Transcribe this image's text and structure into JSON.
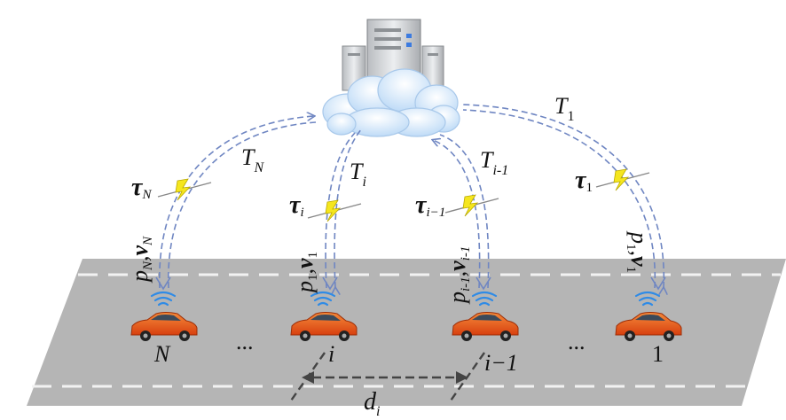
{
  "colors": {
    "road": "#b5b5b5",
    "lane": "#f2f2f2",
    "link": "#6f86c2",
    "car": "#e8541c",
    "cloud": "#cfe4fa",
    "bolt": "#f5e61e",
    "server": "#d6d8db",
    "distance": "#444444"
  },
  "icons": {
    "server": "server-rack-icon",
    "cloud": "cloud-icon",
    "car": "car-icon",
    "wireless": "wifi-signal-icon",
    "delay": "lightning-bolt-icon"
  },
  "vehicles": [
    {
      "label": "N",
      "tau_sym": "τ",
      "tau_sub": "N",
      "T_sym": "T",
      "T_sub": "N",
      "state": "p",
      "state_sub": "N",
      "state_sep": ",",
      "state_v": "v",
      "state_v_sub": "N"
    },
    {
      "label": "i",
      "tau_sym": "τ",
      "tau_sub": "i",
      "T_sym": "T",
      "T_sub": "i",
      "state": "p",
      "state_sub": "1",
      "state_sep": ",",
      "state_v": "v",
      "state_v_sub": "1"
    },
    {
      "label": "i−1",
      "tau_sym": "τ",
      "tau_sub": "i−1",
      "T_sym": "T",
      "T_sub": "i-1",
      "state": "p",
      "state_sub": "i-1",
      "state_sep": ",",
      "state_v": "v",
      "state_v_sub": "i-1"
    },
    {
      "label": "1",
      "tau_sym": "τ",
      "tau_sub": "1",
      "T_sym": "T",
      "T_sub": "1",
      "state": "p",
      "state_sub": "1",
      "state_sep": ",",
      "state_v": "v",
      "state_v_sub": "1"
    }
  ],
  "ellipsis": [
    "...",
    "..."
  ],
  "distance": {
    "sym": "d",
    "sub": "i"
  }
}
